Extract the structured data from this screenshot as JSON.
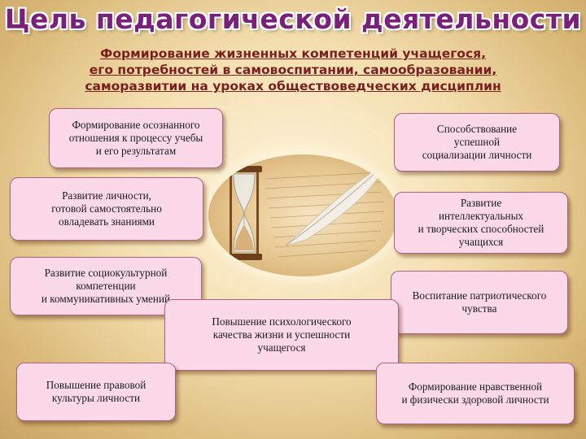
{
  "title": "Цель педагогической деятельности",
  "subtitle": [
    "Формирование жизненных компетенций учащегося,",
    "его потребностей в самовоспитании, самообразовании,",
    "саморазвитии  на уроках обществоведческих дисциплин"
  ],
  "boxes": [
    {
      "id": "b1",
      "lines": [
        "Формирование осознанного",
        "отношения к процессу учебы",
        "и его результатам"
      ]
    },
    {
      "id": "b2",
      "lines": [
        "Способствование",
        "успешной",
        "социализации личности"
      ]
    },
    {
      "id": "b3",
      "lines": [
        "Развитие личности,",
        "готовой самостоятельно",
        "овладевать знаниями"
      ]
    },
    {
      "id": "b4",
      "lines": [
        "Развитие",
        "интеллектуальных",
        "и творческих способностей",
        "учащихся"
      ]
    },
    {
      "id": "b5",
      "lines": [
        "Развитие социокультурной",
        "компетенции",
        "и коммуникативных умений"
      ]
    },
    {
      "id": "b6",
      "lines": [
        "Воспитание патриотического",
        "чувства"
      ]
    },
    {
      "id": "b7",
      "lines": [
        "Повышение психологического",
        "качества жизни и успешности",
        "учащегося"
      ]
    },
    {
      "id": "b8",
      "lines": [
        "Повышение правовой",
        "культуры личности"
      ]
    },
    {
      "id": "b9",
      "lines": [
        "Формирование нравственной",
        "и физически здоровой личности"
      ]
    }
  ],
  "illustration": {
    "icon": "hourglass-quill-icon"
  },
  "colors": {
    "title": "#7a1f7a",
    "subtitle": "#7a1f1f",
    "box_fill": "#fbd9e9",
    "box_border": "#b06080"
  }
}
